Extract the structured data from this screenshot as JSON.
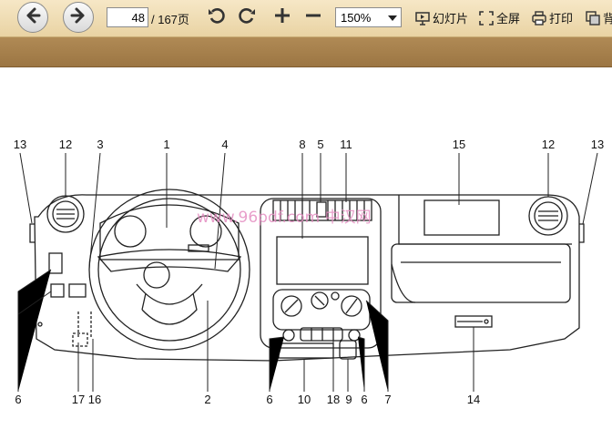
{
  "toolbar": {
    "page_current": "48",
    "page_total": "/ 167页",
    "zoom_value": "150%",
    "slideshow_label": "幻灯片",
    "fullscreen_label": "全屏",
    "print_label": "打印",
    "bg_label": "背"
  },
  "icons": {
    "back": "arrow-left-icon",
    "forward": "arrow-right-icon",
    "rotate_ccw": "rotate-left-icon",
    "rotate_cw": "rotate-right-icon",
    "zoom_in": "plus-icon",
    "zoom_out": "minus-icon"
  },
  "diagram": {
    "watermark": "www.96pdf.com 中汉网",
    "callouts_top": [
      "13",
      "12",
      "3",
      "1",
      "4",
      "8",
      "5",
      "11",
      "15",
      "12",
      "13"
    ],
    "callouts_bottom": [
      "6",
      "17",
      "16",
      "2",
      "6",
      "10",
      "18",
      "9",
      "6",
      "7",
      "14"
    ]
  },
  "colors": {
    "toolbar_bg": "#efdcb3",
    "strip_bg": "#a67f4b",
    "watermark": "#e58fc2"
  }
}
